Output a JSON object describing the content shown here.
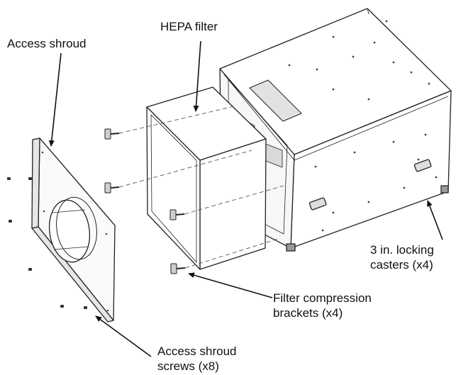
{
  "labels": {
    "hepa_filter": "HEPA filter",
    "access_shroud": "Access shroud",
    "casters_line1": "3 in. locking",
    "casters_line2": "casters (x4)",
    "brackets_line1": "Filter compression",
    "brackets_line2": "brackets (x4)",
    "screws_line1": "Access shroud",
    "screws_line2": "screws (x8)"
  },
  "colors": {
    "line": "#222222",
    "panel_fill": "#ffffff",
    "shade": "#d9d9d9",
    "dark_shade": "#9a9a9a"
  }
}
